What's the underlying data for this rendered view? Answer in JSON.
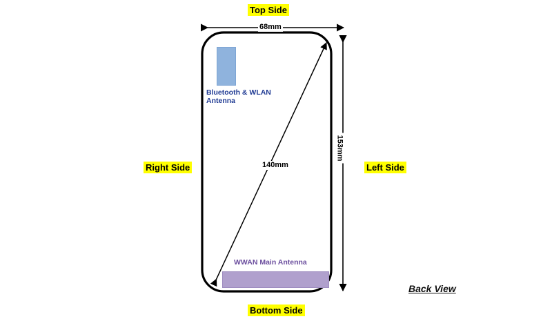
{
  "diagram": {
    "title_caption": "Back View",
    "orientation_labels": {
      "top": "Top Side",
      "bottom": "Bottom Side",
      "right": "Right Side",
      "left": "Left Side"
    },
    "dimensions": {
      "width": "68mm",
      "height": "153mm",
      "diagonal": "140mm"
    },
    "antennas": [
      {
        "name": "Bluetooth & WLAN Antenna",
        "label_line1": "Bluetooth & WLAN",
        "label_line2": "Antenna",
        "color": "#8fb3dd",
        "text_color": "#1f3a93"
      },
      {
        "name": "WWAN Main Antenna",
        "label_line1": "WWAN Main Antenna",
        "color": "#b0a0cd",
        "text_color": "#6b4e9e"
      }
    ],
    "colors": {
      "highlight": "#ffff00",
      "outline": "#000000",
      "background": "#ffffff"
    }
  }
}
